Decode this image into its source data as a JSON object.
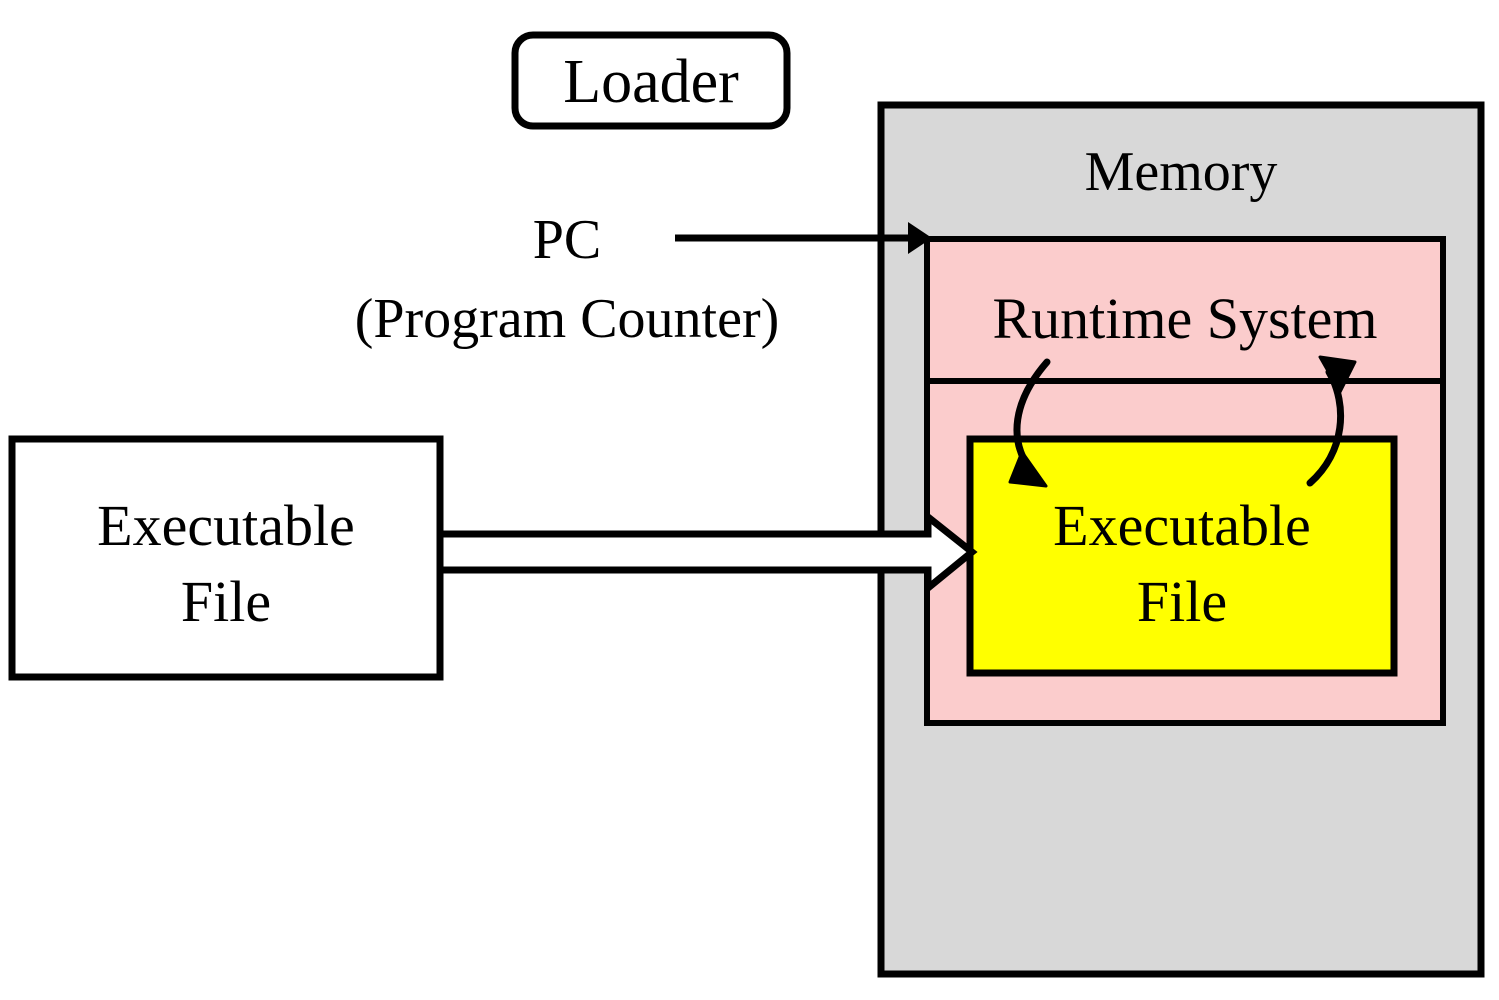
{
  "diagram": {
    "title": "Loader loading an executable file into memory",
    "type": "block-diagram",
    "background_color": "#ffffff",
    "colors": {
      "memory_fill": "#d8d8d8",
      "runtime_fill": "#fbcccc",
      "executable_fill": "#ffff00",
      "file_fill": "#ffffff",
      "stroke": "#000000"
    },
    "nodes": {
      "loader": {
        "label": "Loader",
        "shape": "rounded-rectangle",
        "fill": "#ffffff"
      },
      "pc": {
        "label": "PC",
        "sublabel": "(Program Counter)"
      },
      "memory": {
        "label": "Memory",
        "shape": "rectangle",
        "fill": "#d8d8d8"
      },
      "runtime_system": {
        "label": "Runtime System",
        "shape": "rectangle",
        "fill": "#fbcccc"
      },
      "executable_in_memory": {
        "label_line1": "Executable",
        "label_line2": "File",
        "shape": "rectangle",
        "fill": "#ffff00"
      },
      "executable_file": {
        "label_line1": "Executable",
        "label_line2": "File",
        "shape": "rectangle",
        "fill": "#ffffff"
      }
    },
    "edges": {
      "pc_to_memory": {
        "kind": "thin-arrow",
        "from": "pc",
        "to": "runtime_system"
      },
      "file_to_memory": {
        "kind": "block-arrow",
        "from": "executable_file",
        "to": "executable_in_memory"
      },
      "runtime_to_exec": {
        "kind": "curved-arrow-down",
        "from": "runtime_system",
        "to": "executable_in_memory"
      },
      "exec_to_runtime": {
        "kind": "curved-arrow-up",
        "from": "executable_in_memory",
        "to": "runtime_system"
      }
    }
  }
}
